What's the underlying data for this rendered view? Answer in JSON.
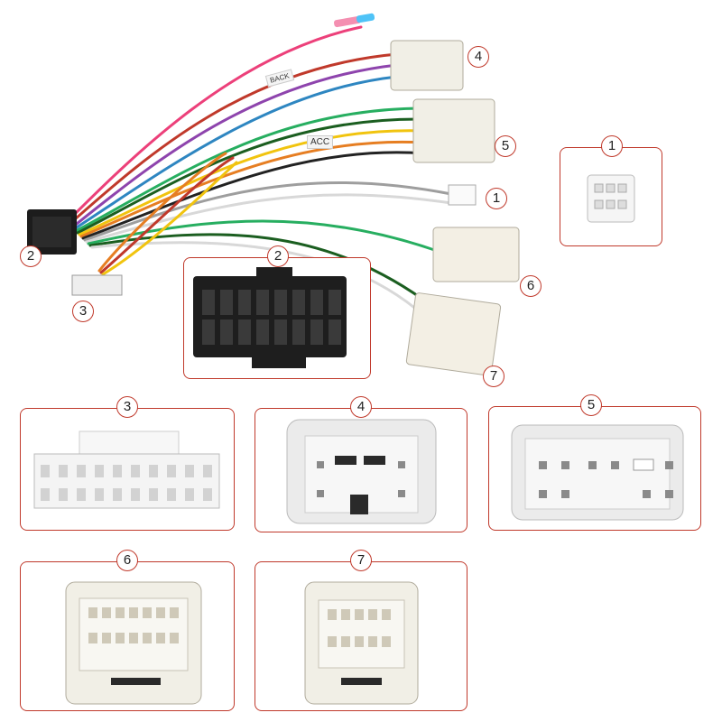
{
  "callouts": {
    "c1": "1",
    "c2": "2",
    "c3": "3",
    "c4": "4",
    "c5": "5",
    "c6": "6",
    "c7": "7"
  },
  "panels": [
    {
      "label": "1"
    },
    {
      "label": "2"
    },
    {
      "label": "3"
    },
    {
      "label": "4"
    },
    {
      "label": "5"
    },
    {
      "label": "6"
    },
    {
      "label": "7"
    }
  ],
  "harness_tags": {
    "acc": "ACC",
    "back": "BACK"
  },
  "wire_colors": [
    "#c0392b",
    "#e67e22",
    "#f1c40f",
    "#27ae60",
    "#2e86c1",
    "#8e44ad",
    "#ec407a",
    "#222222",
    "#9e9e9e",
    "#ffffff",
    "#1b5e20",
    "#a1887f"
  ]
}
